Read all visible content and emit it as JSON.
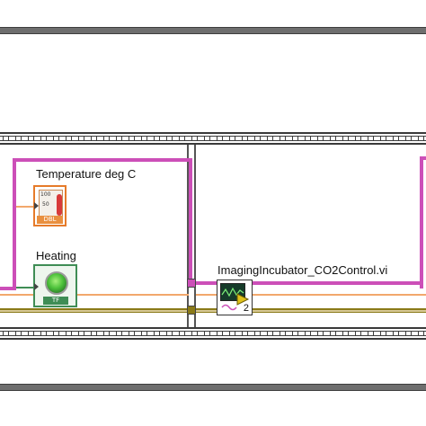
{
  "diagram": {
    "indicators": {
      "temperature": {
        "label": "Temperature deg C",
        "scale_high": "100",
        "scale_mid": "50",
        "type_tag": "DBL",
        "icon": "thermometer-icon"
      },
      "heating": {
        "label": "Heating",
        "type_tag": "TF",
        "icon": "led-icon"
      }
    },
    "subvi": {
      "label": "ImagingIncubator_CO2Control.vi",
      "count": "2",
      "icon": "oscilloscope-icon"
    },
    "colors": {
      "boolean_wire": "#3f8d55",
      "double_wire": "#e67b2a",
      "cluster_wire": "#cc4fb8",
      "error_wire": "#8a7a18"
    }
  }
}
